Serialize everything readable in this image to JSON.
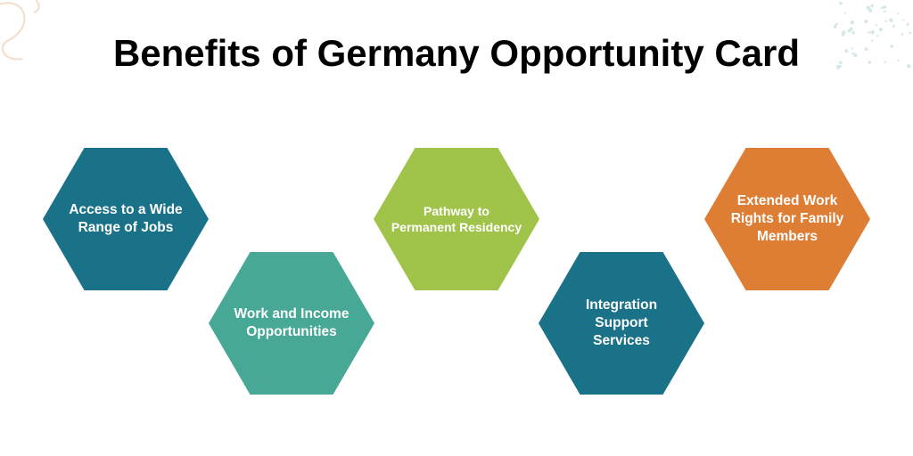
{
  "title": "Benefits of Germany Opportunity Card",
  "colors": {
    "background": "#ffffff",
    "title": "#000000",
    "text_on_hex": "#ffffff",
    "deco_curve": "#f3dcc8",
    "deco_dots": "#d5e7ea"
  },
  "benefits": [
    {
      "label": "Access to a Wide\nRange of Jobs",
      "color": "#1a7289"
    },
    {
      "label": "Work and Income\nOpportunities",
      "color": "#47a896"
    },
    {
      "label": "Pathway to\nPermanent Residency",
      "color": "#a0c44a"
    },
    {
      "label": "Integration Support\nServices",
      "color": "#1a7289"
    },
    {
      "label": "Extended Work\nRights for Family\nMembers",
      "color": "#de7e35"
    }
  ]
}
